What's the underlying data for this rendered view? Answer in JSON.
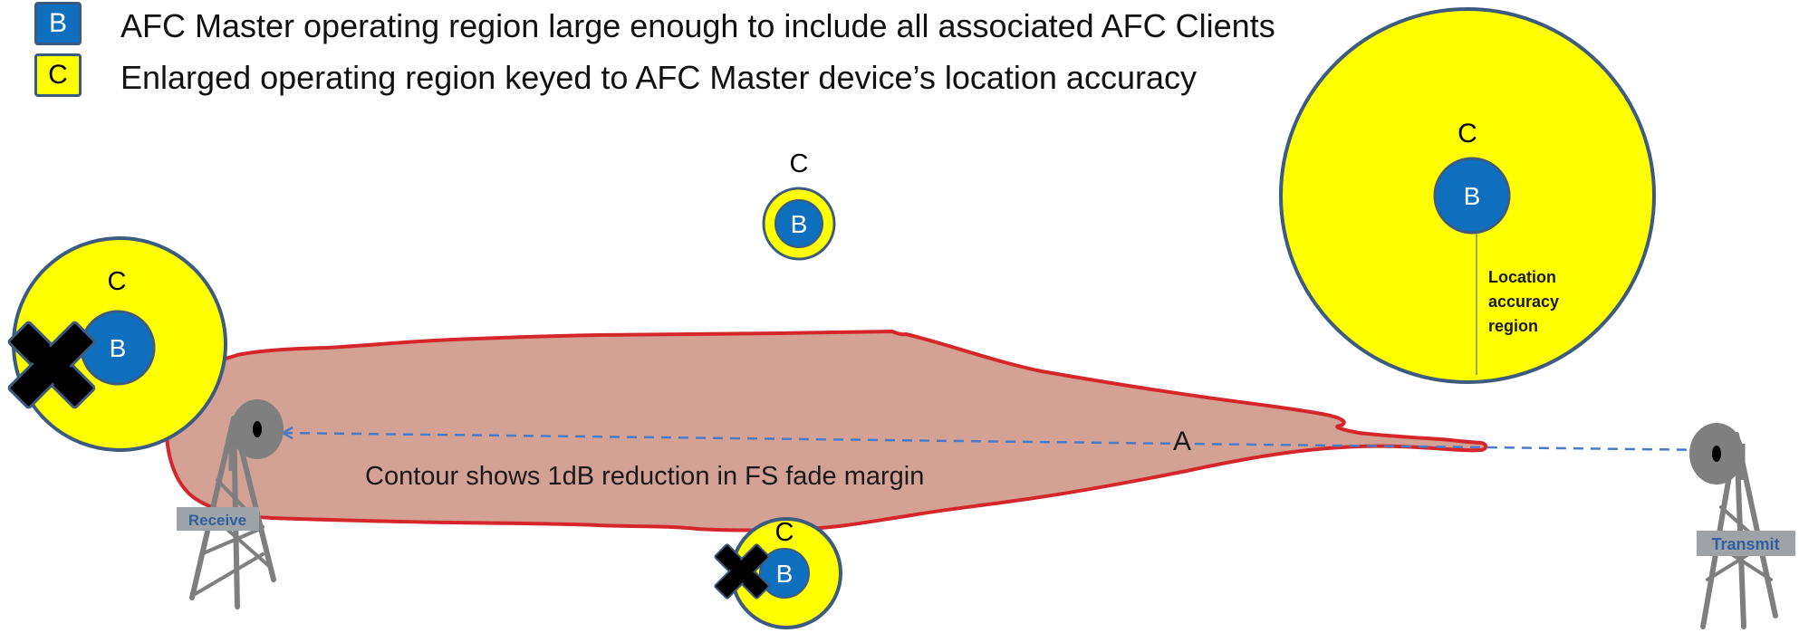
{
  "legend": [
    {
      "key": "B",
      "text": "AFC Master operating region large enough to include all associated AFC Clients",
      "fill": "#0f6fbf",
      "key_color": "#ffffff"
    },
    {
      "key": "C",
      "text": "Enlarged operating region keyed to AFC Master device’s location accuracy",
      "fill": "#ffff00",
      "key_color": "#000000"
    }
  ],
  "colors": {
    "region_b": "#0f6fbf",
    "region_c": "#ffff00",
    "circle_border": "#3d5a80",
    "contour_fill": "#d3a295",
    "contour_stroke": "#d4262b",
    "link_line": "#4a7bc8",
    "tower": "#7f7f7f",
    "tower_label_bg": "#9ea3a8",
    "tower_label_text": "#2f5f9e",
    "blocked_mark": "#000000"
  },
  "contour": {
    "label": "Contour shows 1dB reduction in FS fade margin",
    "point_label": "A"
  },
  "towers": {
    "receive_label": "Receive",
    "transmit_label": "Transmit",
    "dish_icon": "microwave-dish-icon"
  },
  "devices": [
    {
      "id": "left",
      "outer_label": "C",
      "inner_label": "B",
      "blocked": true
    },
    {
      "id": "top-center",
      "outer_label": "C",
      "inner_label": "B",
      "blocked": false
    },
    {
      "id": "bottom-center",
      "outer_label": "C",
      "inner_label": "B",
      "blocked": true
    },
    {
      "id": "top-right",
      "outer_label": "C",
      "inner_label": "B",
      "blocked": false
    }
  ],
  "accuracy_label": [
    "Location",
    "accuracy",
    "region"
  ],
  "blocked_icon": "x-mark-icon"
}
